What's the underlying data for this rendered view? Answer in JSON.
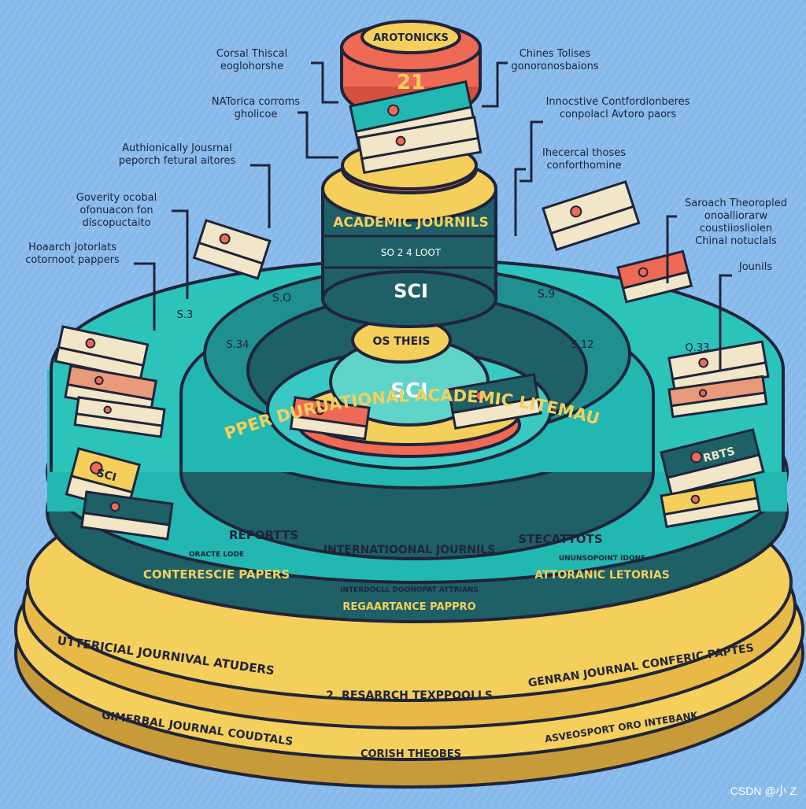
{
  "tower": {
    "top_badge": "AROTONICKS",
    "top_number": "21",
    "band_title": "ACADEMIC JOURNILS",
    "band_subtitle": "SO 2 4 LOOT",
    "band_sci": "SCI",
    "inner_label": "OS THEIS",
    "inner_sci": "SCI"
  },
  "markers": [
    "S.O",
    "S.9",
    "S.34",
    "S.12",
    "Q.33",
    "S.3"
  ],
  "callouts": {
    "left": [
      [
        "Corsal Thiscal",
        "eoglohorshe"
      ],
      [
        "NATorica corroms",
        "gholicoe"
      ],
      [
        "Authionically Jousrnal",
        "peporch fetural aitores"
      ],
      [
        "Goverity ocobal",
        "ofonuacon fon",
        "discopuctaito"
      ],
      [
        "Hoaarch Jotorlats",
        "cotornoot pappers"
      ]
    ],
    "right": [
      [
        "Chines Tolises",
        "gonoronosbaions"
      ],
      [
        "Innocstive Contfordlonberes",
        "conpolacl Avtoro paors"
      ],
      [
        "Ihecercal thoses",
        "conforthomine"
      ],
      [
        "Saroach Theoropled",
        "onoalliorarw",
        "coustiiosliolen",
        "Chinal notuclals"
      ],
      [
        "Jounils"
      ]
    ]
  },
  "rings": {
    "middle_arc": "GAPPER DURUATIONAL ACADEMIC LITEMAURE",
    "middle_left": "REPORTTS",
    "middle_center": "INTERNATIOONAL JOURNILS",
    "middle_right": "STECATTOTS",
    "outer_left_small": "ORACTE LODE",
    "outer_left": "CONTERESCIE PAPERS",
    "outer_center_small": "INTERDOCLL DOONOPAT ATTRIANS",
    "outer_center": "REGAARTANCE PAPPRO",
    "outer_right_small": "UNUNSOPOINT IDONE",
    "outer_right": "ATTORANIC LETORIAS"
  },
  "base": {
    "left": "UTTERICIAL JOURNIVAL ATUDERS",
    "center": "2. RESARRCH TEXPPOOLLS",
    "right": "GENRAN JOURNAL CONFERIC PAPTES",
    "bottom_left": "GIMERBAL JOURNAL COUDTALS",
    "bottom_center": "CORISH THEOBES",
    "bottom_right": "ASVEOSPORT ORO INTEBANK"
  },
  "book_labels": [
    "SCI",
    "RBTS"
  ],
  "watermark": "CSDN @小 Z",
  "colors": {
    "background": "#87b9ea",
    "teal": "#22b7b1",
    "dark_teal": "#1f5f66",
    "yellow": "#f4cf5c",
    "coral": "#ee6a55",
    "navy": "#20243a"
  }
}
